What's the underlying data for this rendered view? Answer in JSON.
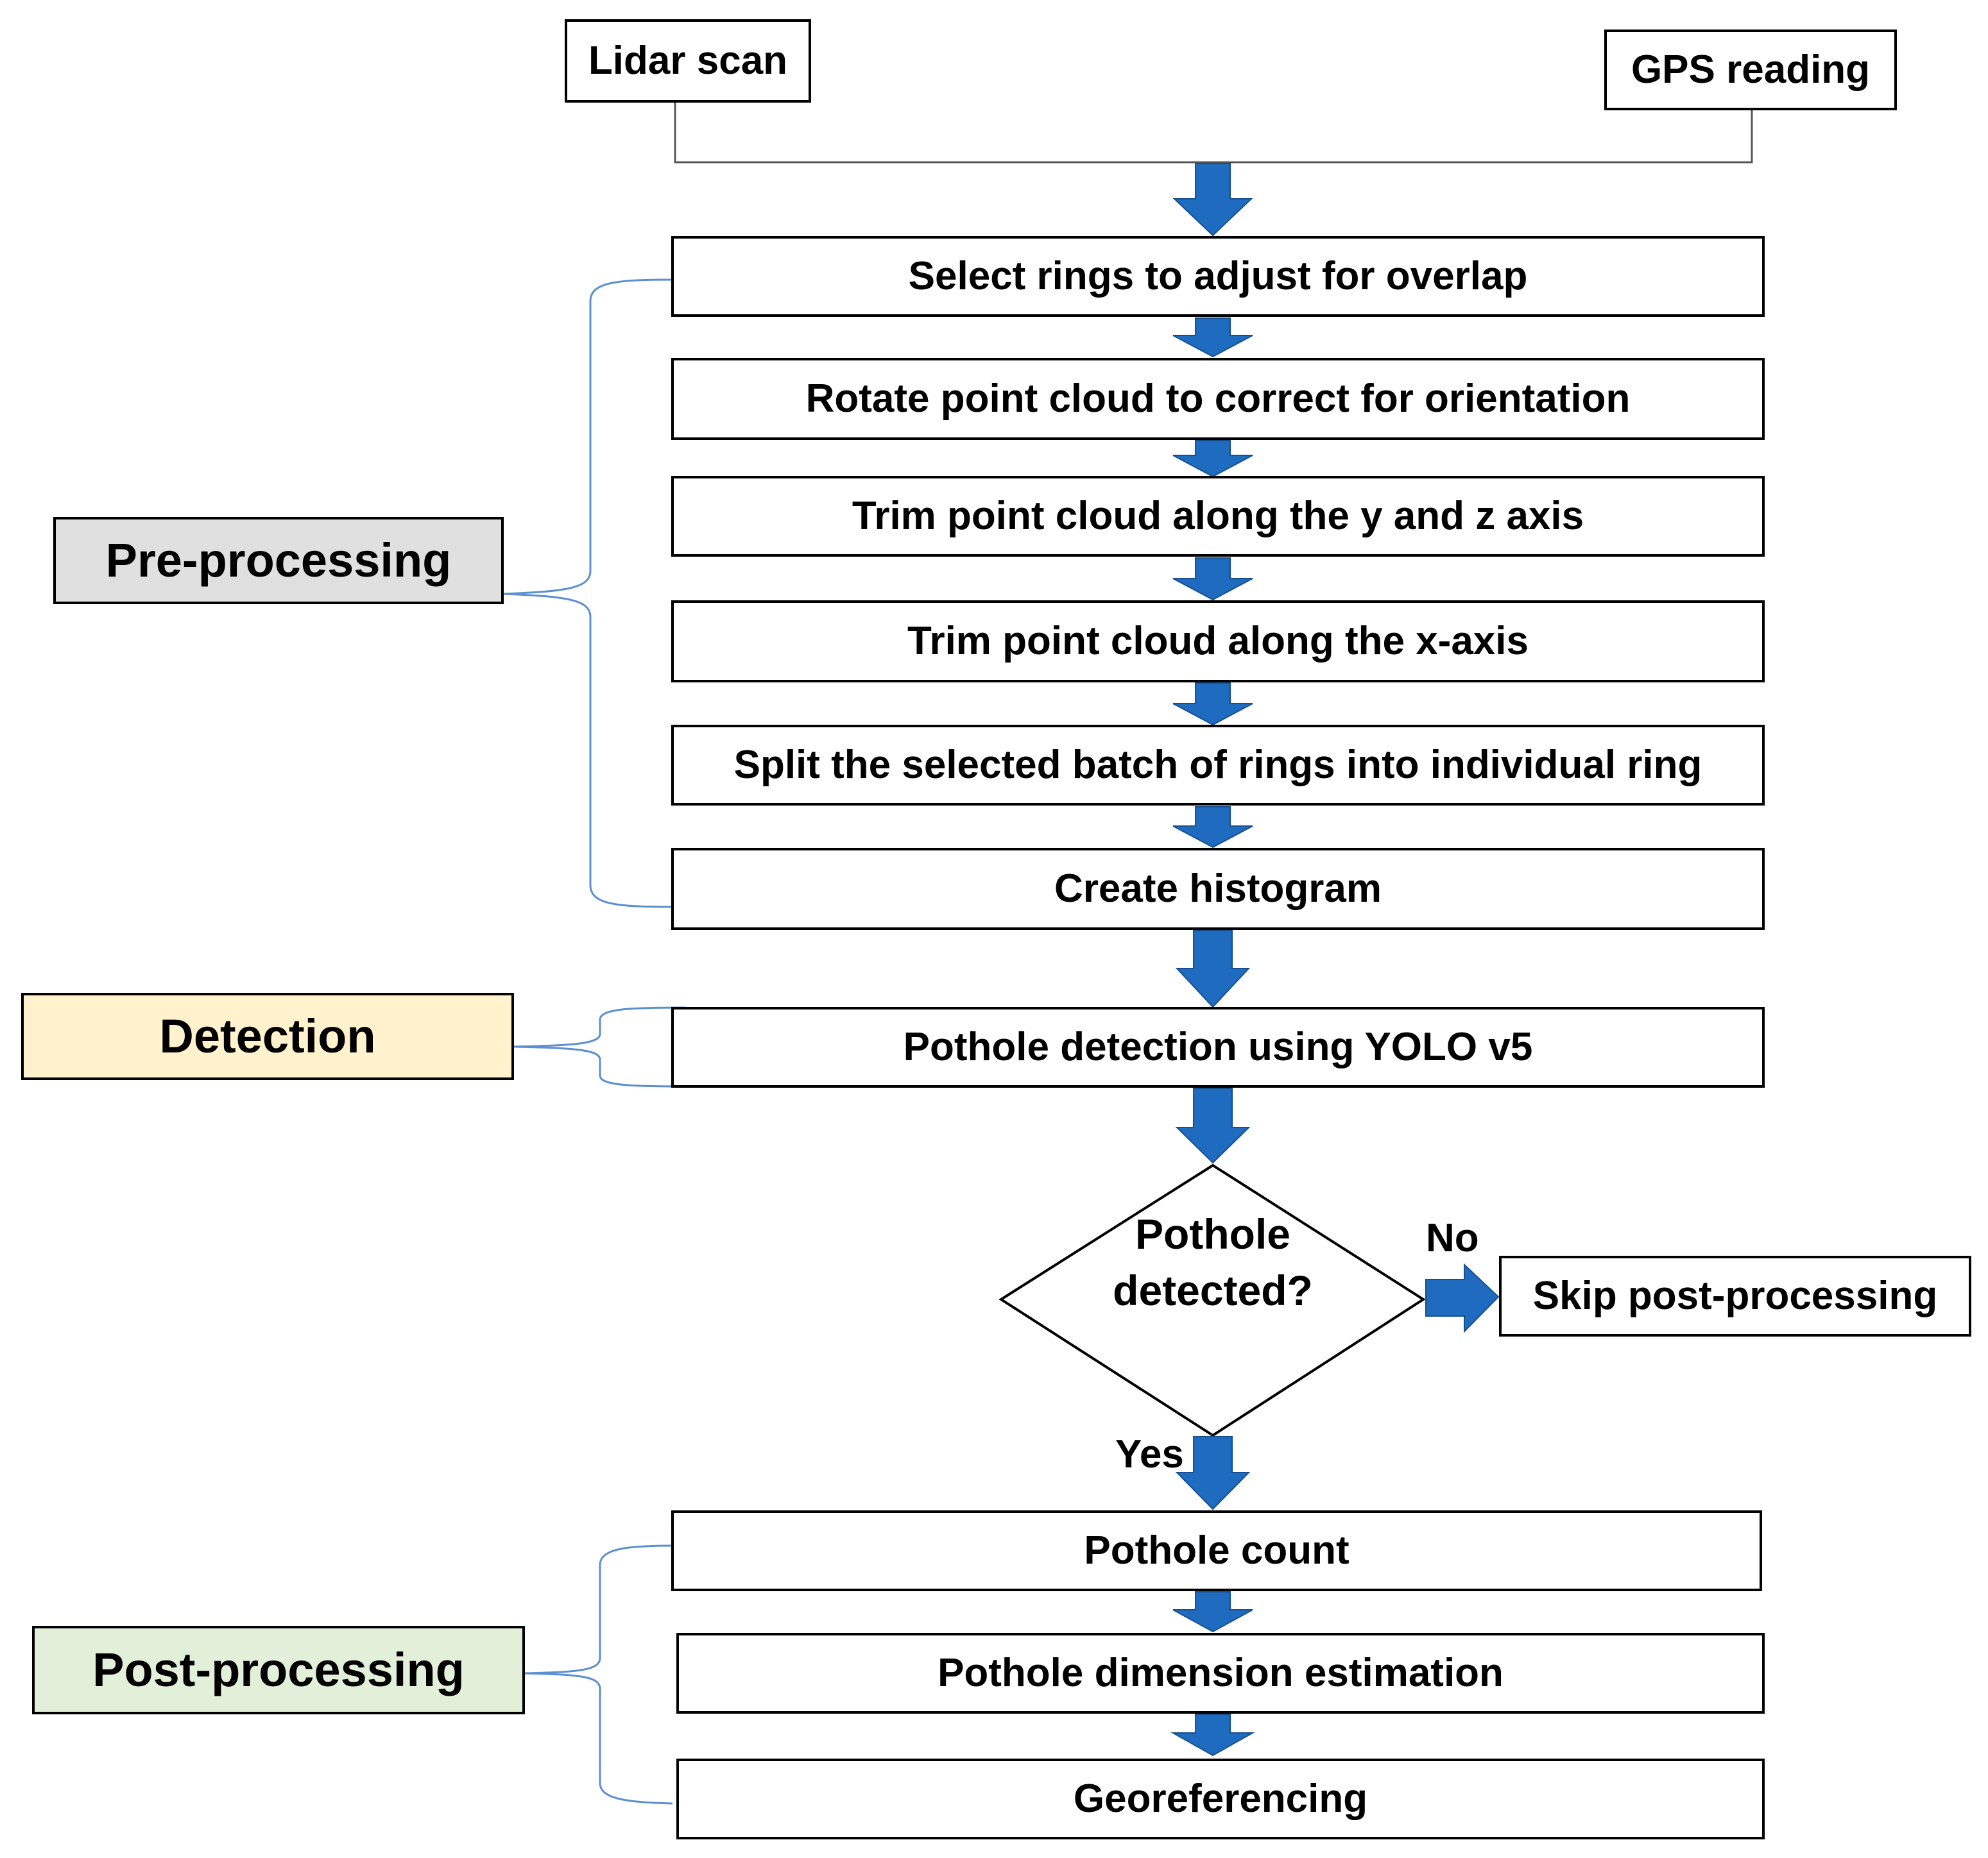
{
  "inputs": {
    "lidar": "Lidar scan",
    "gps": "GPS reading"
  },
  "stages": {
    "preprocessing": "Pre-processing",
    "detection": "Detection",
    "postprocessing": "Post-processing"
  },
  "stage_colors": {
    "preprocessing": "#e0e0e0",
    "detection": "#fff2cc",
    "postprocessing": "#e2f0d9"
  },
  "accent_colors": {
    "arrow": "#1f6bbf",
    "bracket": "#5b8fd1"
  },
  "steps": {
    "select_rings": "Select rings to adjust for overlap",
    "rotate": "Rotate point cloud to correct for orientation",
    "trim_yz": "Trim point cloud along the y and z axis",
    "trim_x": "Trim point cloud along the x-axis",
    "split": "Split the selected batch of rings into individual ring",
    "histogram": "Create histogram",
    "yolo": "Pothole detection using YOLO v5",
    "count": "Pothole count",
    "dimension": "Pothole dimension estimation",
    "georef": "Georeferencing"
  },
  "decision": {
    "line1": "Pothole",
    "line2": "detected?",
    "no_label": "No",
    "yes_label": "Yes",
    "skip": "Skip post-processing"
  }
}
